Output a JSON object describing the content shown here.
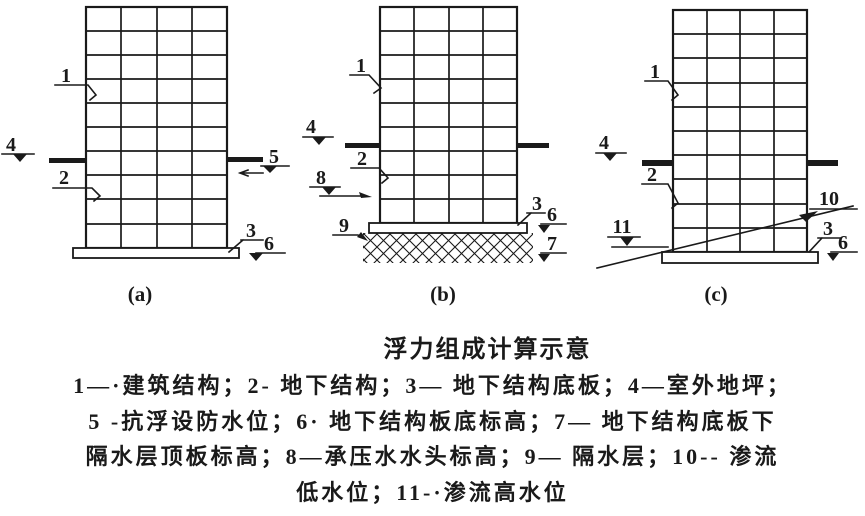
{
  "figure": {
    "title": "浮力组成计算示意",
    "legend_lines": [
      "1—·建筑结构；2- 地下结构；3— 地下结构底板；4—室外地坪；",
      "5 -抗浮设防水位；6· 地下结构板底标高；7— 地下结构底板下",
      "隔水层顶板标高；8—承压水水头标高；9— 隔水层；10-- 渗流",
      "低水位；11-·渗流高水位"
    ],
    "panels": [
      {
        "caption": "(a)",
        "labels": [
          "1",
          "2",
          "3",
          "4",
          "5",
          "6"
        ]
      },
      {
        "caption": "(b)",
        "labels": [
          "1",
          "2",
          "3",
          "4",
          "6",
          "7",
          "8",
          "9"
        ]
      },
      {
        "caption": "(c)",
        "labels": [
          "1",
          "2",
          "3",
          "4",
          "6",
          "10",
          "11"
        ]
      }
    ],
    "ink_color": "#1a1a1a",
    "background_color": "#ffffff"
  }
}
